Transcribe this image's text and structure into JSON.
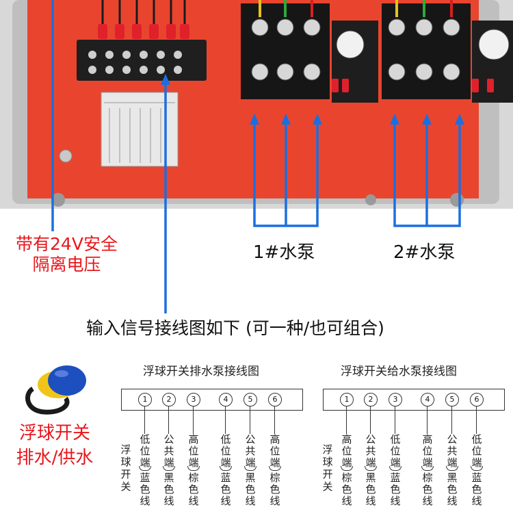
{
  "annotation_voltage": [
    "带有24V安全",
    "隔离电压"
  ],
  "pump1_label": "1#水泵",
  "pump2_label": "2#水泵",
  "input_heading": "输入信号接线图如下 (可一种/也可组合)",
  "float_switch_label": [
    "浮球开关",
    "排水/供水"
  ],
  "diagram_drain": {
    "title": "浮球开关排水泵接线图",
    "side_label": "浮球开关",
    "terminals": [
      "1",
      "2",
      "3",
      "4",
      "5",
      "6"
    ],
    "wires": [
      {
        "pos": "低位端",
        "color": "蓝色线"
      },
      {
        "pos": "公共端",
        "color": "黑色线"
      },
      {
        "pos": "高位端",
        "color": "棕色线"
      },
      {
        "pos": "低位端",
        "color": "蓝色线"
      },
      {
        "pos": "公共端",
        "color": "黑色线"
      },
      {
        "pos": "高位端",
        "color": "棕色线"
      }
    ]
  },
  "diagram_supply": {
    "title": "浮球开关给水泵接线图",
    "side_label": "浮球开关",
    "terminals": [
      "1",
      "2",
      "3",
      "4",
      "5",
      "6"
    ],
    "wires": [
      {
        "pos": "高位端",
        "color": "棕色线"
      },
      {
        "pos": "公共端",
        "color": "黑色线"
      },
      {
        "pos": "低位端",
        "color": "蓝色线"
      },
      {
        "pos": "高位端",
        "color": "棕色线"
      },
      {
        "pos": "公共端",
        "color": "黑色线"
      },
      {
        "pos": "低位端",
        "color": "蓝色线"
      }
    ]
  },
  "colors": {
    "annotation_red": "#e8161b",
    "arrow_blue": "#1a6fe0",
    "panel_red": "#e8412c",
    "panel_border": "#c9c9c9"
  }
}
